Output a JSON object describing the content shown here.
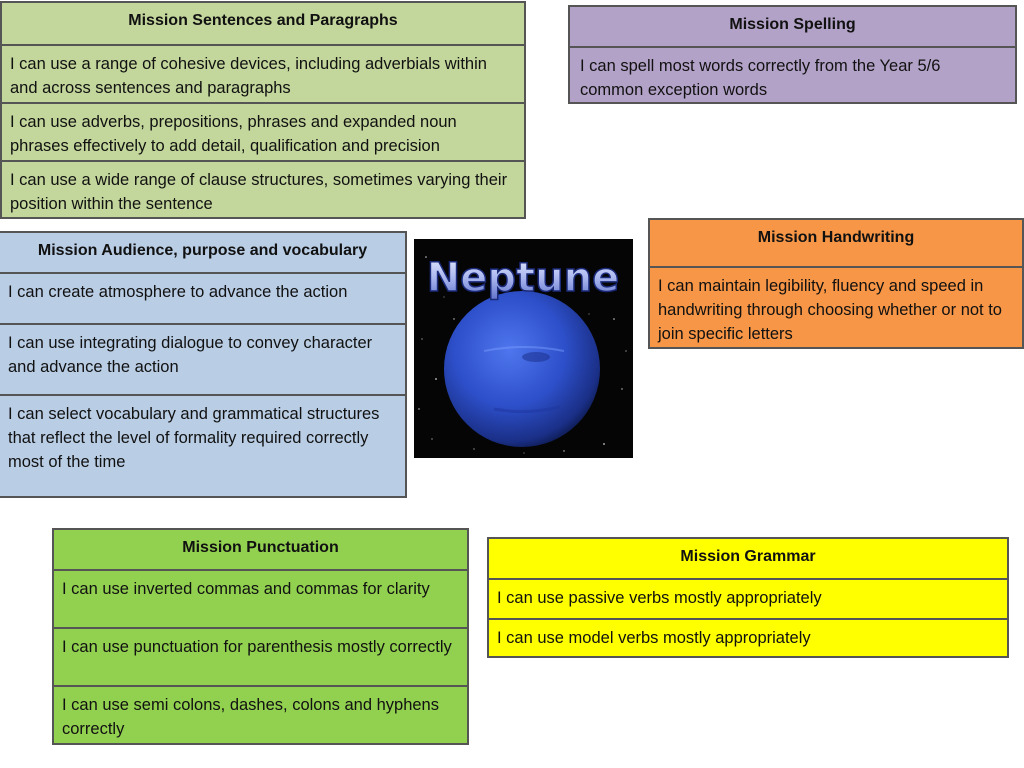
{
  "colors": {
    "sentences_bg": "#c3d69b",
    "spelling_bg": "#b3a2c7",
    "audience_bg": "#b9cde5",
    "handwriting_bg": "#f79646",
    "punctuation_bg": "#92d050",
    "grammar_bg": "#ffff00",
    "planet_blue": "#2d4fc9",
    "space_black": "#050505"
  },
  "neptune": {
    "title": "Neptune",
    "icon": "planet-neptune-image"
  },
  "sentences": {
    "title": "Mission Sentences and Paragraphs",
    "items": [
      "I can use a range of cohesive devices, including adverbials within and across sentences and paragraphs",
      "I can use adverbs, prepositions, phrases and expanded noun phrases effectively to add detail, qualification and precision",
      "I can use a wide range of clause structures, sometimes varying their position within the sentence"
    ]
  },
  "spelling": {
    "title": "Mission Spelling",
    "items": [
      "I can spell most words correctly from the Year 5/6 common exception words"
    ]
  },
  "audience": {
    "title": "Mission  Audience, purpose and vocabulary",
    "items": [
      "I can create atmosphere to advance the action",
      "I can use integrating dialogue to convey character and advance the action",
      "I can select vocabulary and grammatical structures that reflect the level of formality required correctly most of the time"
    ]
  },
  "handwriting": {
    "title": "Mission  Handwriting",
    "items": [
      "I can maintain legibility, fluency and speed in handwriting through choosing whether or not to join specific letters"
    ]
  },
  "punctuation": {
    "title": "Mission Punctuation",
    "items": [
      "I can use inverted commas and commas for clarity",
      "I can use punctuation for parenthesis mostly correctly",
      "I can use semi colons, dashes, colons and hyphens correctly"
    ]
  },
  "grammar": {
    "title": "Mission  Grammar",
    "items": [
      "I can use passive verbs mostly appropriately",
      "I can use model verbs mostly appropriately"
    ]
  }
}
